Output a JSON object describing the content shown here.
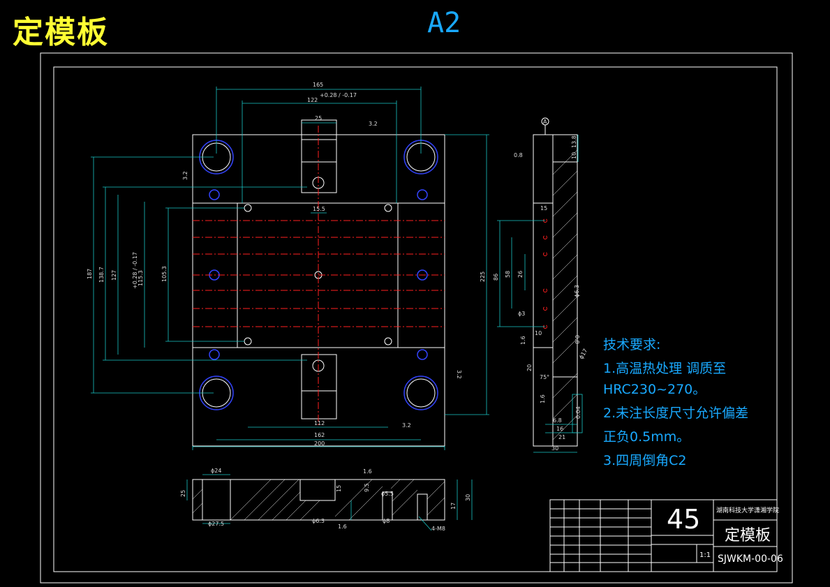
{
  "header": {
    "part_title": "定模板",
    "sheet_size": "A2"
  },
  "plan_view": {
    "dims": {
      "d165": "165",
      "d122": "122",
      "d122_tol": "+0.28 / -0.17",
      "d25": "25",
      "d15_5": "15.5",
      "d112": "112",
      "d162": "162",
      "d200": "200",
      "d187": "187",
      "d138_7": "138.7",
      "d127": "127",
      "d115_3": "115.3",
      "d115_tol": "+0.28 / -0.17",
      "d105_3": "105.3",
      "d225": "225",
      "rough_a": "3.2",
      "rough_b": "3.2",
      "rough_c": "3.2",
      "rough_d": "3.2"
    }
  },
  "side_view": {
    "dims": {
      "d13_8": "13.8",
      "d10": "10",
      "d15": "15",
      "d86": "86",
      "d58": "58",
      "d26": "26",
      "phi6_3": "ϕ6.3",
      "phi3": "ϕ3",
      "d10b": "10",
      "rough_0_8": "0.8",
      "rough_1_6": "1.6",
      "ang75": "75°",
      "phi17": "ϕ17",
      "d6_8": "6.8",
      "d16": "16",
      "d21": "21",
      "d30": "30",
      "d20": "20",
      "tol_004": "0.04",
      "datum": "A",
      "rough_1_6b": "1.6",
      "rough_0_8b": "0.8"
    }
  },
  "section_view": {
    "dims": {
      "phi24": "ϕ24",
      "d25": "25",
      "phi27_5": "ϕ27.5",
      "rough_1_6": "1.6",
      "d15": "15",
      "d9_5": "9.5",
      "phi5_5": "ϕ5.5",
      "phi6_3": "ϕ6.3",
      "phi8": "ϕ8",
      "rough_1_6b": "1.6",
      "thread": "4-M8",
      "d17": "17",
      "d30": "30"
    }
  },
  "tech_requirements": {
    "heading": "技术要求:",
    "items": [
      "1.高温热处理 调质至",
      "HRC230~270。",
      "2.未注长度尺寸允许偏差",
      "正负0.5mm。",
      "3.四周倒角C2"
    ]
  },
  "title_block": {
    "material": "45",
    "school": "湖南科技大学潇湘学院",
    "part_name": "定模板",
    "drawing_no": "SJWKM-00-06",
    "scale": "1:1"
  }
}
